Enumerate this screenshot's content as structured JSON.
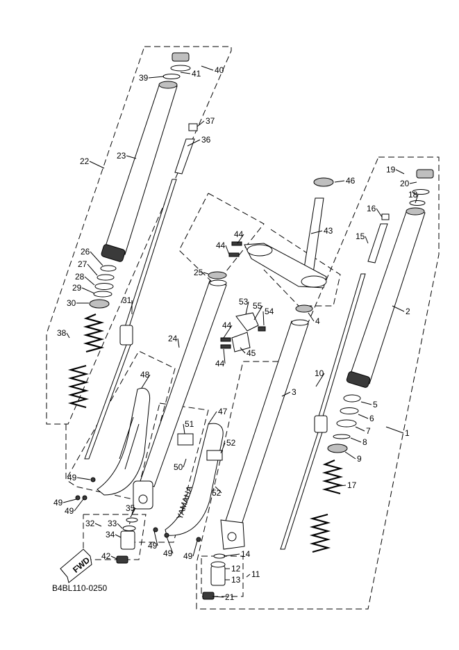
{
  "diagram": {
    "code": "B4BL110-0250",
    "fwd_label": "FWD",
    "brand_mark": "YAMAHA",
    "part_numbers": [
      "1",
      "2",
      "3",
      "4",
      "5",
      "6",
      "7",
      "8",
      "9",
      "10",
      "11",
      "12",
      "13",
      "14",
      "15",
      "16",
      "17",
      "18",
      "19",
      "20",
      "21",
      "22",
      "23",
      "24",
      "25",
      "26",
      "27",
      "28",
      "29",
      "30",
      "31",
      "32",
      "33",
      "34",
      "35",
      "36",
      "37",
      "38",
      "39",
      "40",
      "41",
      "42",
      "43",
      "44",
      "45",
      "46",
      "47",
      "48",
      "49",
      "50",
      "51",
      "52",
      "53",
      "54",
      "55"
    ]
  }
}
